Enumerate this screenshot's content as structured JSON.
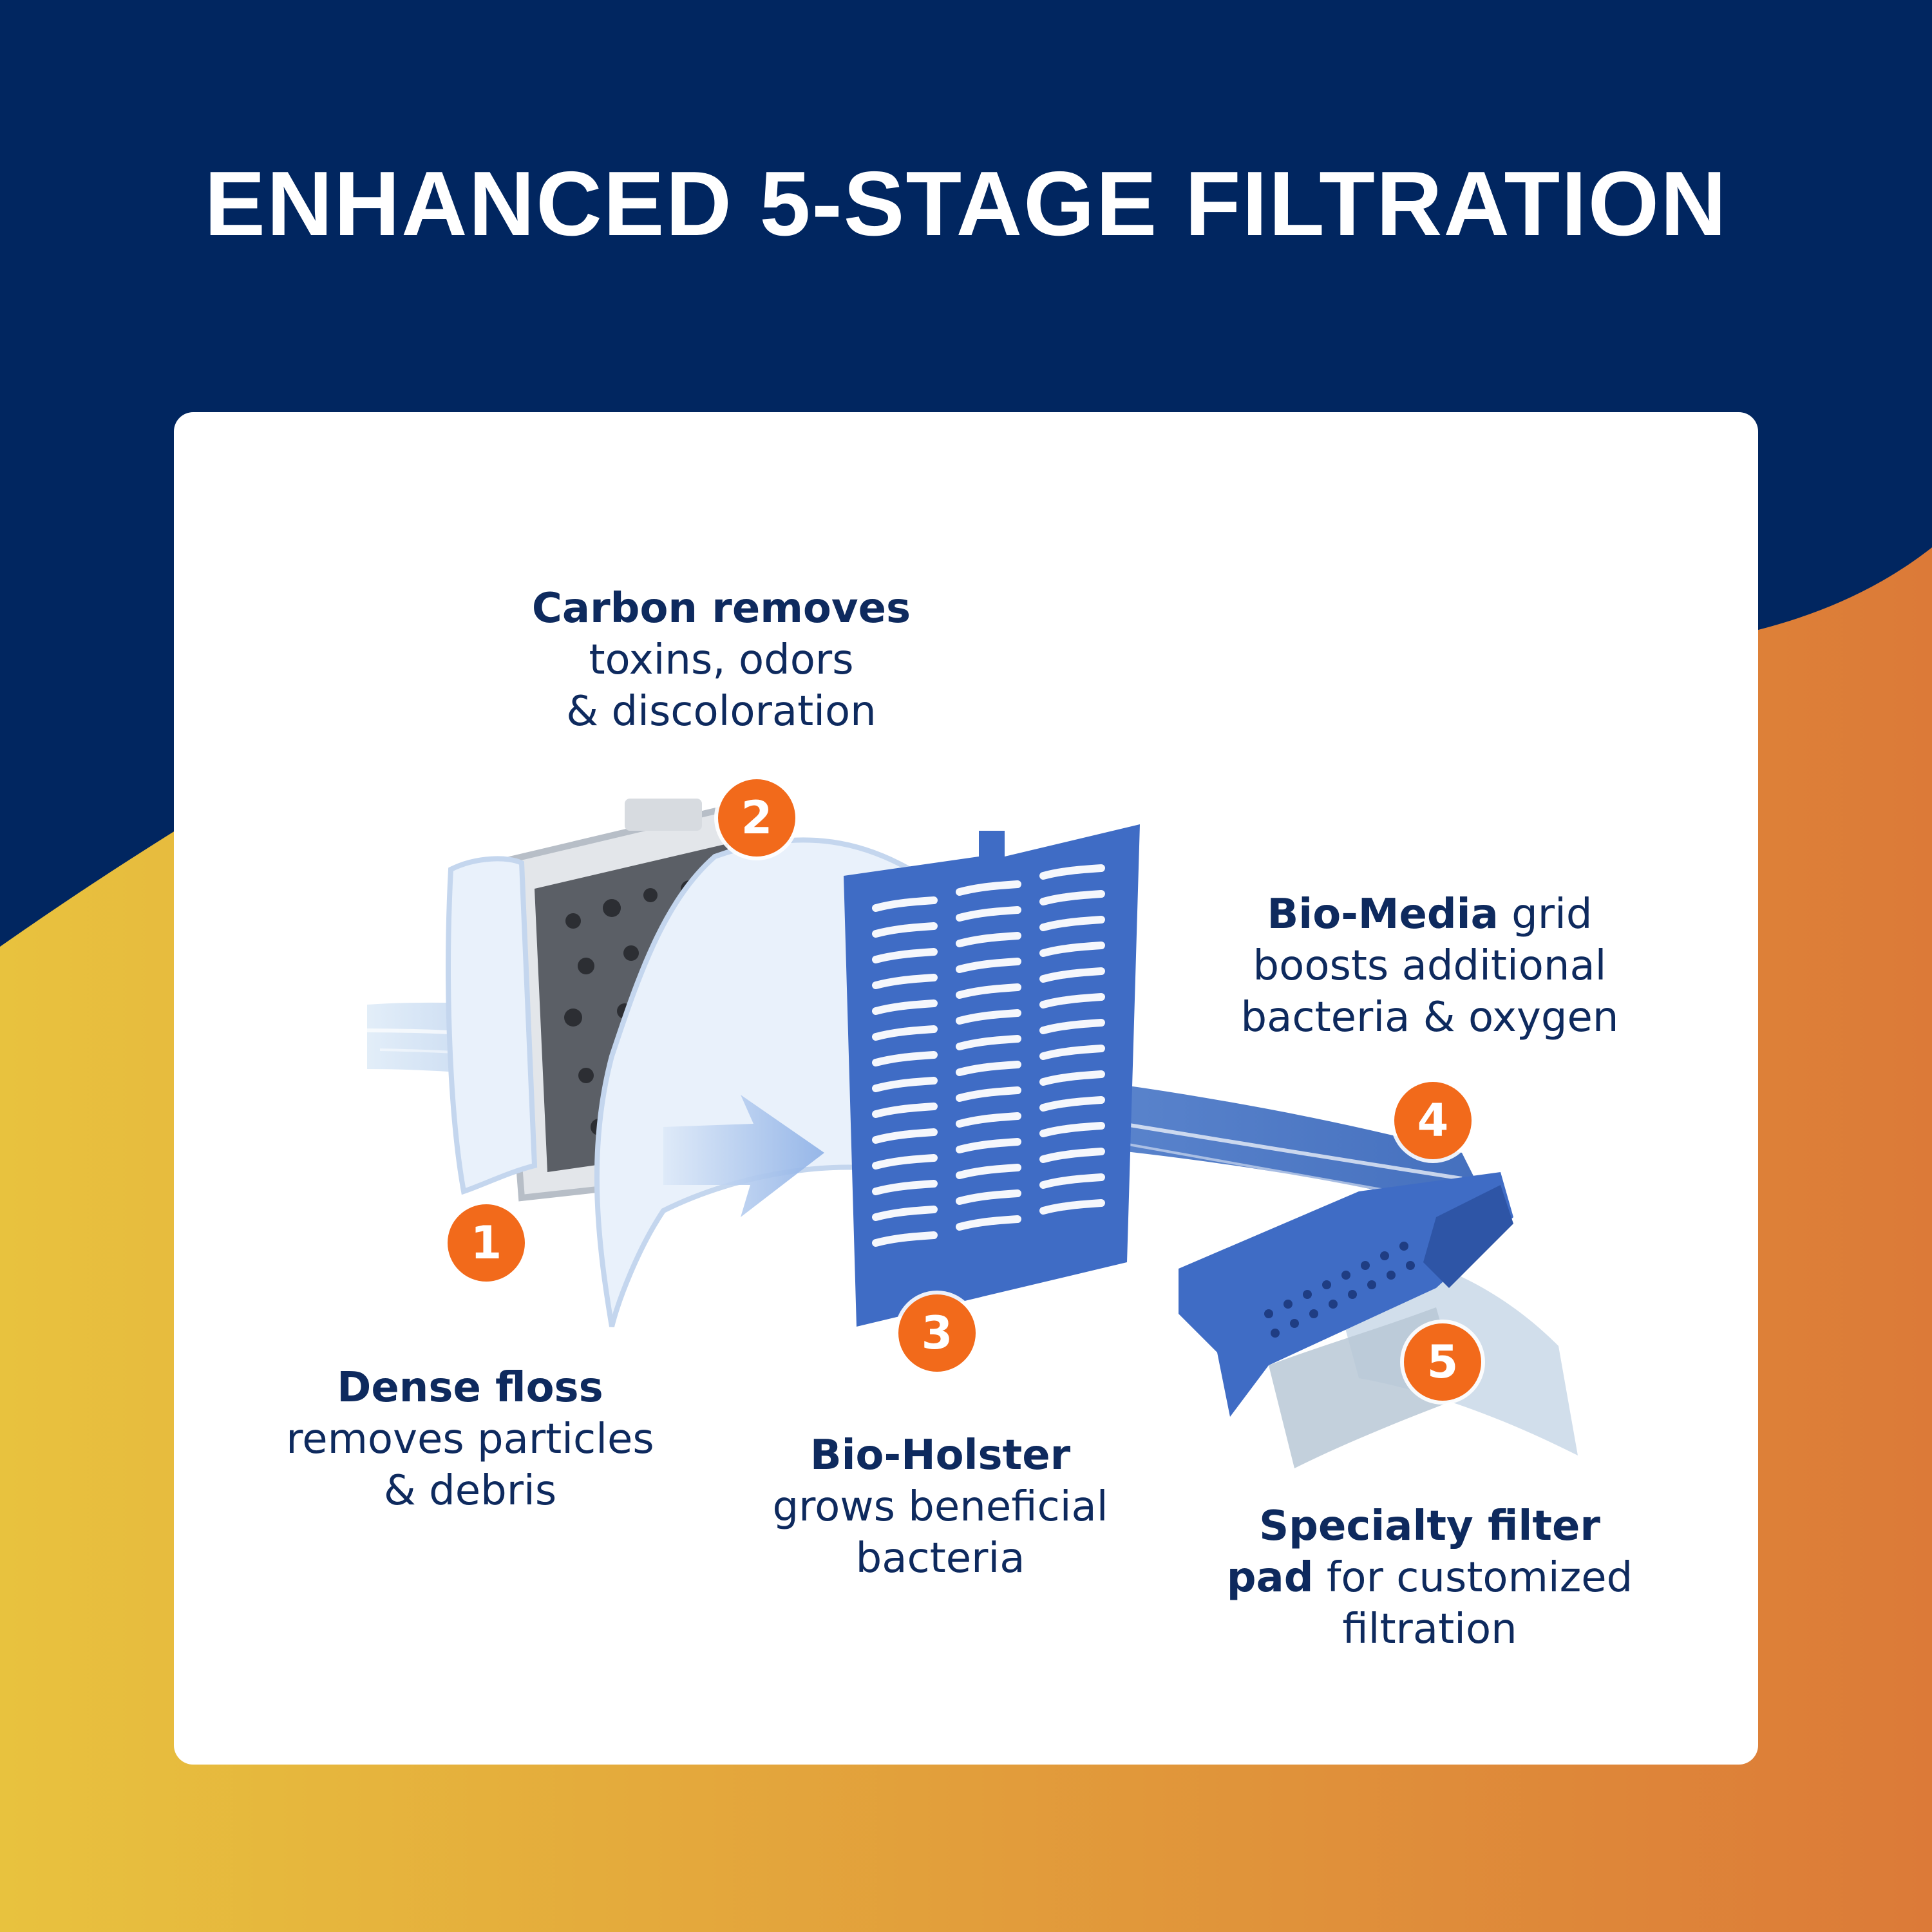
{
  "title": "ENHANCED 5-STAGE FILTRATION",
  "colors": {
    "navy": "#012660",
    "yellow": "#e8c23e",
    "orange": "#dc7a38",
    "badge": "#f26a1b",
    "text": "#0e2a5e",
    "grid": "#3f6cc5"
  },
  "stages": [
    {
      "number": "1",
      "bold": "Dense floss",
      "rest_lines": [
        "removes particles",
        "& debris"
      ]
    },
    {
      "number": "2",
      "bold": "Carbon removes",
      "rest_lines": [
        "toxins, odors",
        "& discoloration"
      ]
    },
    {
      "number": "3",
      "bold": "Bio-Holster",
      "rest_lines": [
        "grows beneficial",
        "bacteria"
      ]
    },
    {
      "number": "4",
      "bold": "Bio-Media",
      "line1_rest": " grid",
      "rest_lines": [
        "boosts additional",
        "bacteria & oxygen"
      ]
    },
    {
      "number": "5",
      "bold_line1": "Specialty filter",
      "bold": "pad",
      "line2_rest": " for customized",
      "rest_lines": [
        "filtration"
      ]
    }
  ],
  "icons": [
    "floss-pad-icon",
    "carbon-cartridge-icon",
    "bio-holster-grid-icon",
    "bio-media-grid-icon",
    "water-flow-icon",
    "flow-arrow-icon"
  ]
}
